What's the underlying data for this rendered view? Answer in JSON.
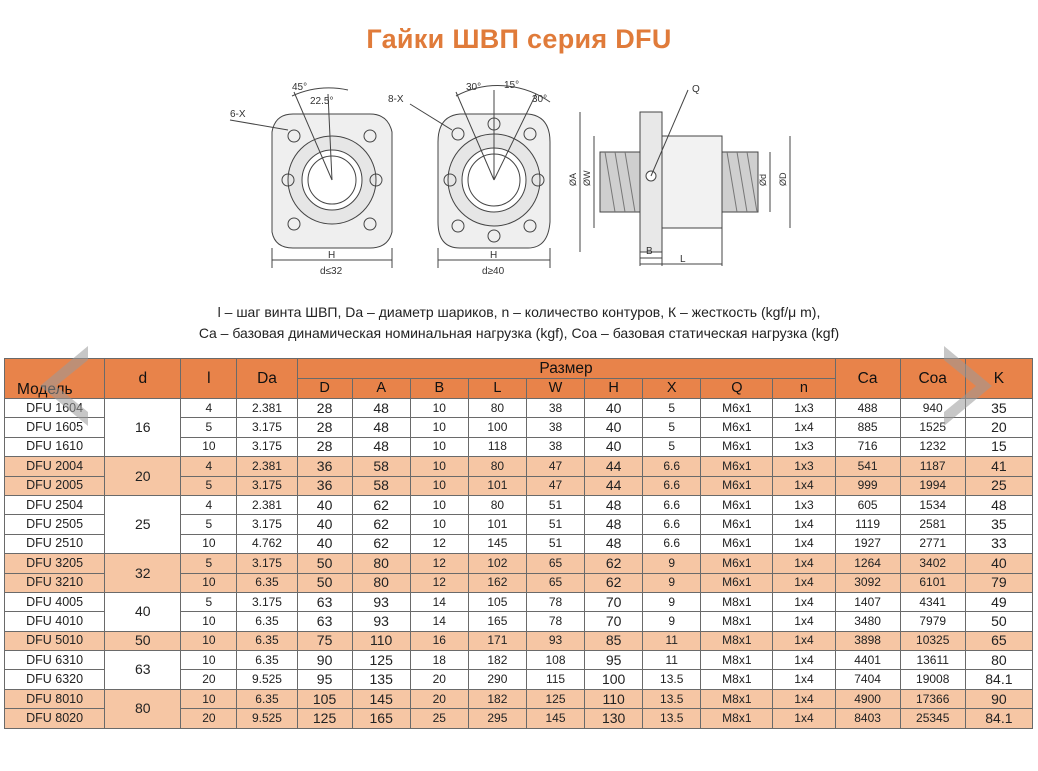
{
  "title": "Гайки ШВП серия DFU",
  "legend": {
    "line1": "l – шаг винта ШВП, Da – диаметр шариков, n – количество контуров, К – жесткость (kgf/μ m),",
    "line2": "Ca – базовая динамическая номинальная нагрузка (kgf), Coa – базовая статическая нагрузка (kgf)"
  },
  "drawing": {
    "front1": {
      "holes": "6-X",
      "angle1": "45°",
      "angle2": "22.5°",
      "h": "H",
      "d": "d≤32"
    },
    "front2": {
      "holes": "8-X",
      "angle1": "30°",
      "angle2": "15°",
      "angle3": "30°",
      "h": "H",
      "d": "d≥40"
    },
    "side": {
      "q": "Q",
      "a": "ØA",
      "w": "ØW",
      "dd": "Ød",
      "D": "ØD",
      "b": "B",
      "l": "L"
    }
  },
  "table": {
    "headers": {
      "model": "Модель",
      "d": "d",
      "l": "l",
      "da": "Da",
      "size": "Размер",
      "sub": [
        "D",
        "A",
        "B",
        "L",
        "W",
        "H",
        "X",
        "Q",
        "n"
      ],
      "ca": "Ca",
      "coa": "Coa",
      "k": "K"
    },
    "rows": [
      {
        "model": "DFU 1604",
        "l": "4",
        "da": "2.381",
        "D": "28",
        "A": "48",
        "B": "10",
        "L": "80",
        "W": "38",
        "H": "40",
        "X": "5",
        "Q": "M6x1",
        "n": "1x3",
        "ca": "488",
        "coa": "940",
        "k": "35"
      },
      {
        "model": "DFU 1605",
        "l": "5",
        "da": "3.175",
        "D": "28",
        "A": "48",
        "B": "10",
        "L": "100",
        "W": "38",
        "H": "40",
        "X": "5",
        "Q": "M6x1",
        "n": "1x4",
        "ca": "885",
        "coa": "1525",
        "k": "20"
      },
      {
        "model": "DFU 1610",
        "l": "10",
        "da": "3.175",
        "D": "28",
        "A": "48",
        "B": "10",
        "L": "118",
        "W": "38",
        "H": "40",
        "X": "5",
        "Q": "M6x1",
        "n": "1x3",
        "ca": "716",
        "coa": "1232",
        "k": "15"
      },
      {
        "model": "DFU 2004",
        "l": "4",
        "da": "2.381",
        "D": "36",
        "A": "58",
        "B": "10",
        "L": "80",
        "W": "47",
        "H": "44",
        "X": "6.6",
        "Q": "M6x1",
        "n": "1x3",
        "ca": "541",
        "coa": "1187",
        "k": "41"
      },
      {
        "model": "DFU 2005",
        "l": "5",
        "da": "3.175",
        "D": "36",
        "A": "58",
        "B": "10",
        "L": "101",
        "W": "47",
        "H": "44",
        "X": "6.6",
        "Q": "M6x1",
        "n": "1x4",
        "ca": "999",
        "coa": "1994",
        "k": "25"
      },
      {
        "model": "DFU 2504",
        "l": "4",
        "da": "2.381",
        "D": "40",
        "A": "62",
        "B": "10",
        "L": "80",
        "W": "51",
        "H": "48",
        "X": "6.6",
        "Q": "M6x1",
        "n": "1x3",
        "ca": "605",
        "coa": "1534",
        "k": "48"
      },
      {
        "model": "DFU 2505",
        "l": "5",
        "da": "3.175",
        "D": "40",
        "A": "62",
        "B": "10",
        "L": "101",
        "W": "51",
        "H": "48",
        "X": "6.6",
        "Q": "M6x1",
        "n": "1x4",
        "ca": "1119",
        "coa": "2581",
        "k": "35"
      },
      {
        "model": "DFU 2510",
        "l": "10",
        "da": "4.762",
        "D": "40",
        "A": "62",
        "B": "12",
        "L": "145",
        "W": "51",
        "H": "48",
        "X": "6.6",
        "Q": "M6x1",
        "n": "1x4",
        "ca": "1927",
        "coa": "2771",
        "k": "33"
      },
      {
        "model": "DFU 3205",
        "l": "5",
        "da": "3.175",
        "D": "50",
        "A": "80",
        "B": "12",
        "L": "102",
        "W": "65",
        "H": "62",
        "X": "9",
        "Q": "M6x1",
        "n": "1x4",
        "ca": "1264",
        "coa": "3402",
        "k": "40"
      },
      {
        "model": "DFU 3210",
        "l": "10",
        "da": "6.35",
        "D": "50",
        "A": "80",
        "B": "12",
        "L": "162",
        "W": "65",
        "H": "62",
        "X": "9",
        "Q": "M6x1",
        "n": "1x4",
        "ca": "3092",
        "coa": "6101",
        "k": "79"
      },
      {
        "model": "DFU 4005",
        "l": "5",
        "da": "3.175",
        "D": "63",
        "A": "93",
        "B": "14",
        "L": "105",
        "W": "78",
        "H": "70",
        "X": "9",
        "Q": "M8x1",
        "n": "1x4",
        "ca": "1407",
        "coa": "4341",
        "k": "49"
      },
      {
        "model": "DFU 4010",
        "l": "10",
        "da": "6.35",
        "D": "63",
        "A": "93",
        "B": "14",
        "L": "165",
        "W": "78",
        "H": "70",
        "X": "9",
        "Q": "M8x1",
        "n": "1x4",
        "ca": "3480",
        "coa": "7979",
        "k": "50"
      },
      {
        "model": "DFU 5010",
        "l": "10",
        "da": "6.35",
        "D": "75",
        "A": "110",
        "B": "16",
        "L": "171",
        "W": "93",
        "H": "85",
        "X": "11",
        "Q": "M8x1",
        "n": "1x4",
        "ca": "3898",
        "coa": "10325",
        "k": "65"
      },
      {
        "model": "DFU 6310",
        "l": "10",
        "da": "6.35",
        "D": "90",
        "A": "125",
        "B": "18",
        "L": "182",
        "W": "108",
        "H": "95",
        "X": "11",
        "Q": "M8x1",
        "n": "1x4",
        "ca": "4401",
        "coa": "13611",
        "k": "80"
      },
      {
        "model": "DFU 6320",
        "l": "20",
        "da": "9.525",
        "D": "95",
        "A": "135",
        "B": "20",
        "L": "290",
        "W": "115",
        "H": "100",
        "X": "13.5",
        "Q": "M8x1",
        "n": "1x4",
        "ca": "7404",
        "coa": "19008",
        "k": "84.1"
      },
      {
        "model": "DFU 8010",
        "l": "10",
        "da": "6.35",
        "D": "105",
        "A": "145",
        "B": "20",
        "L": "182",
        "W": "125",
        "H": "110",
        "X": "13.5",
        "Q": "M8x1",
        "n": "1x4",
        "ca": "4900",
        "coa": "17366",
        "k": "90"
      },
      {
        "model": "DFU 8020",
        "l": "20",
        "da": "9.525",
        "D": "125",
        "A": "165",
        "B": "25",
        "L": "295",
        "W": "145",
        "H": "130",
        "X": "13.5",
        "Q": "M8x1",
        "n": "1x4",
        "ca": "8403",
        "coa": "25345",
        "k": "84.1"
      }
    ],
    "groups": [
      {
        "d": "16",
        "start": 0,
        "span": 3,
        "shade": "white"
      },
      {
        "d": "20",
        "start": 3,
        "span": 2,
        "shade": "orange"
      },
      {
        "d": "25",
        "start": 5,
        "span": 3,
        "shade": "white"
      },
      {
        "d": "32",
        "start": 8,
        "span": 2,
        "shade": "orange"
      },
      {
        "d": "40",
        "start": 10,
        "span": 2,
        "shade": "white"
      },
      {
        "d": "50",
        "start": 12,
        "span": 1,
        "shade": "orange"
      },
      {
        "d": "63",
        "start": 13,
        "span": 2,
        "shade": "white"
      },
      {
        "d": "80",
        "start": 15,
        "span": 2,
        "shade": "orange"
      }
    ]
  },
  "nav": {
    "prev_icon": "chevron-left-icon",
    "next_icon": "chevron-right-icon"
  },
  "colors": {
    "accent": "#e07b3a",
    "header_bg": "#e8834a",
    "row_alt": "#f6c6a4"
  }
}
